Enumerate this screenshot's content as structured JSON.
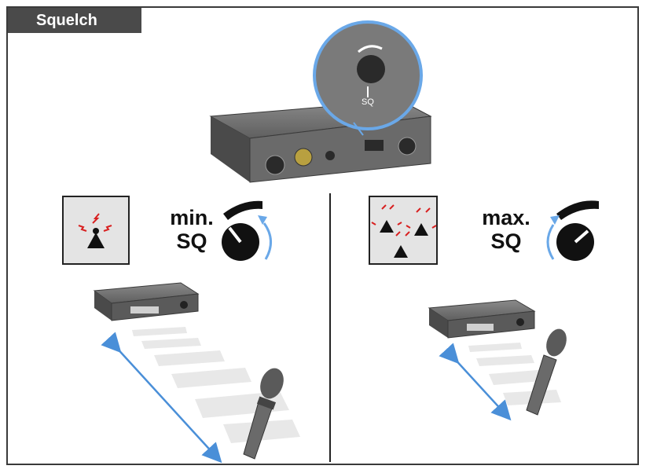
{
  "title": "Squelch",
  "knob_label": "SQ",
  "left_panel": {
    "setting_label": "min.",
    "setting_unit": "SQ"
  },
  "right_panel": {
    "setting_label": "max.",
    "setting_unit": "SQ"
  },
  "colors": {
    "frame": "#3a3a3a",
    "tab": "#4a4a4a",
    "arrow": "#4a8fd8",
    "signal": "#d82020",
    "device": "#5a5a5a"
  }
}
